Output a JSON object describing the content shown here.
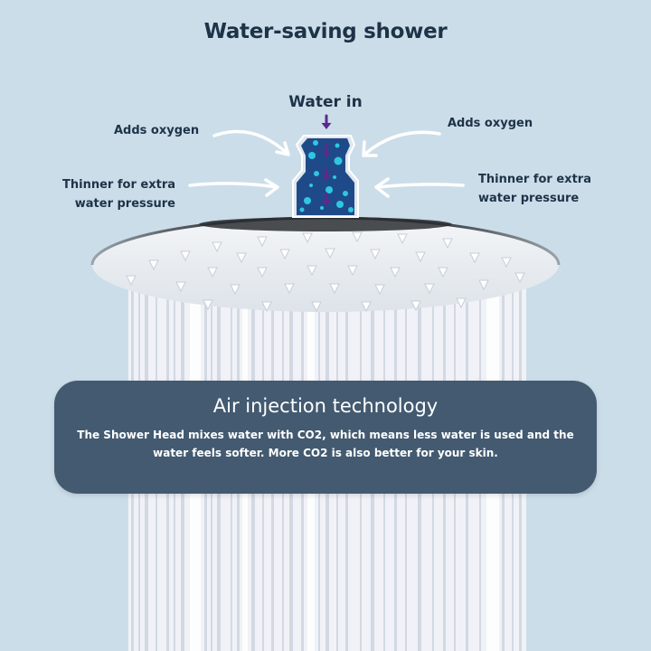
{
  "header": {
    "title": "Water-saving shower"
  },
  "diagram": {
    "inlet_label": "Water in",
    "callouts": [
      {
        "side": "left",
        "text": "Adds oxygen"
      },
      {
        "side": "right",
        "text": "Adds oxygen"
      },
      {
        "side": "left",
        "text": "Thinner for extra water pressure",
        "lines": [
          "Thinner for extra",
          "water pressure"
        ]
      },
      {
        "side": "right",
        "text": "Thinner for extra water pressure",
        "lines": [
          "Thinner for extra",
          "water pressure"
        ]
      }
    ],
    "icons": {
      "inlet_arrow": "arrow-down-icon",
      "callout_arrows": "curved-arrow-icon",
      "connector": "water-connector-icon",
      "shower_head": "shower-head-icon"
    }
  },
  "info_box": {
    "title": "Air injection technology",
    "body": "The Shower Head mixes water with CO2, which means less water is used and the water feels softer. More CO2 is also better for your skin."
  },
  "colors": {
    "background": "#cbdde9",
    "text_dark": "#1e3348",
    "info_box": "#435a70",
    "connector_fill": "#1f4a8a",
    "bubbles": "#2ec7e0",
    "inner_arrows": "#5b2a8c"
  }
}
